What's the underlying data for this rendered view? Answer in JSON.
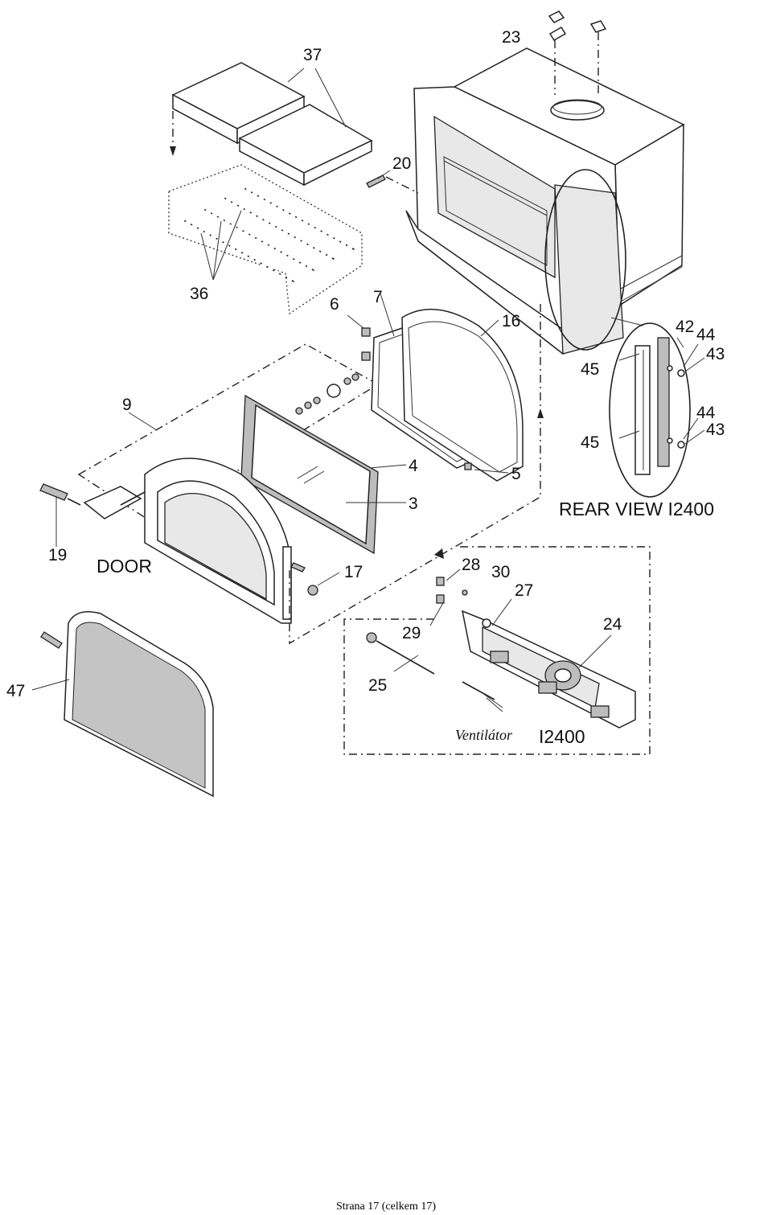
{
  "callouts": {
    "c23": "23",
    "c37": "37",
    "c20": "20",
    "c36": "36",
    "c6": "6",
    "c7": "7",
    "c16": "16",
    "c42": "42",
    "c44a": "44",
    "c43a": "43",
    "c45a": "45",
    "c9": "9",
    "c44b": "44",
    "c43b": "43",
    "c45b": "45",
    "c4": "4",
    "c5": "5",
    "c3": "3",
    "c19": "19",
    "c17": "17",
    "c28": "28",
    "c30": "30",
    "c27": "27",
    "c29": "29",
    "c24": "24",
    "c25": "25",
    "c47": "47"
  },
  "labels": {
    "door": "DOOR",
    "rear_view": "REAR VIEW I2400",
    "ventilator": "Ventilátor",
    "ventilator_model": "I2400"
  },
  "footer": {
    "page": "Strana 17 (celkem 17)"
  }
}
